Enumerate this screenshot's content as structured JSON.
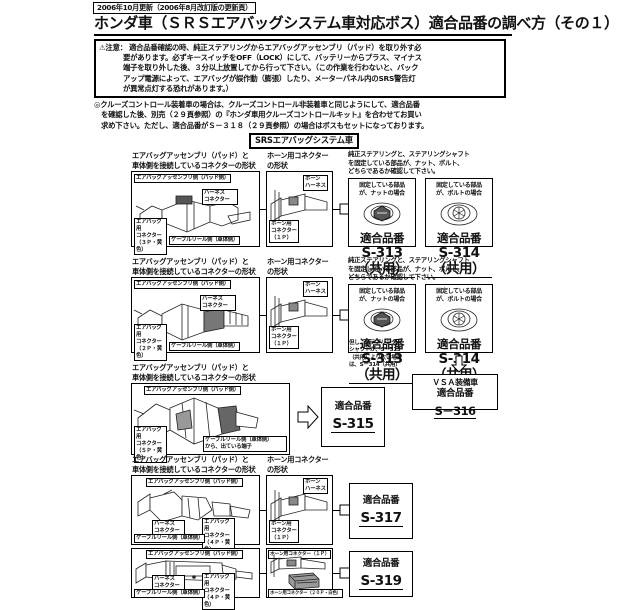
{
  "header": {
    "revision_badge": "2006年10月更新（2006年8月改訂版の更新頁）",
    "title": "ホンダ車（ＳＲＳエアバッグシステム車対応ボス）適合品番の調べ方（その１）"
  },
  "caution": {
    "marker": "⚠注意：",
    "lines": [
      "適合品番確認の時、純正ステアリングからエアバッグアッセンブリ（パッド）を取り外す必",
      "要があります。必ずキースイッチをOFF（LOCK）にして、バッテリーからプラス、マイナス",
      "端子を取り外した後、３分以上放置してから行って下さい。（この作業を行わないと、バック",
      "アップ電源によって、エアバッグが誤作動（膨張）したり、メーターパネル内のSRS警告灯",
      "が異常点灯する恐れがあります。）"
    ]
  },
  "cruise_note": {
    "lines": [
      "◎クルーズコントロール装着車の場合は、クルーズコントロール非装着車と同じようにして、適合品番",
      "を確認した後、別売（２９頁参照）の『ホンダ車用クルーズコントロールキット』を合わせてお買い",
      "求め下さい。ただし、適合品番がＳ－３１８（２９頁参照）の場合はボスもセットになっております。"
    ]
  },
  "srs_header": "SRSエアバッグシステム車",
  "captions": {
    "airbag_connector": [
      "エアバッグアッセンブリ（パッド）と",
      "車体側を接続しているコネクターの形状"
    ],
    "horn_connector": [
      "ホーン用コネクター",
      "の形状"
    ]
  },
  "diagram_labels": {
    "pad_side": "エアバッグアッセンブリ側（パッド側）",
    "harness_connector": [
      "ハーネス",
      "コネクター"
    ],
    "airbag_connector_3p": [
      "エアバッグ用",
      "コネクター",
      "（３Ｐ・黄色）"
    ],
    "airbag_connector_2p": [
      "エアバッグ用",
      "コネクター",
      "（２Ｐ・黄色）"
    ],
    "airbag_connector_5p": [
      "エアバッグ用",
      "コネクター",
      "（５Ｐ・黄色）"
    ],
    "airbag_connector_4p": [
      "エアバッグ用",
      "コネクター",
      "（４Ｐ・黄色）"
    ],
    "cable_reel": "ケーブルリール側（車体側）",
    "cable_reel_out": [
      "ケーブルリール側（車体側）",
      "から、出ている端子"
    ],
    "horn_harness": [
      "ホーン",
      "ハーネス"
    ],
    "horn_connector_1p": [
      "ホーン用",
      "コネクター",
      "（１Ｐ）"
    ],
    "horn_connector_1p_box": "ホーン用コネクター（１Ｐ）",
    "horn_connector_20p": "ホーン用コネクター（２０Ｐ・白色）"
  },
  "instruction": {
    "lines": [
      "純正ステアリングと、ステアリングシャフト",
      "を固定している部品が、ナット、ボルト、",
      "どちらであるか確認して下さい。"
    ]
  },
  "conditions": {
    "nut": [
      "固定している部品",
      "が、ナットの場合"
    ],
    "bolt": [
      "固定している部品",
      "が、ボルトの場合"
    ]
  },
  "labels": {
    "part_number": "適合品番",
    "vsa_equipped": "ＶＳＡ装備車"
  },
  "results": {
    "row1_nut": "S-313（共用）",
    "row1_bolt": "S-314（共用）",
    "row2_nut": "S-313（共用）",
    "row2_bolt": "S-314（共用）",
    "row3": "S-315",
    "row4": "S-317",
    "row5": "S-319",
    "vsa": "S－316"
  },
  "footnote": {
    "lines": [
      "但し、ステアリング",
      "シャフトが、S－313",
      "（共用）より太い場合",
      "は、S－314（共用）"
    ]
  },
  "colors": {
    "ink": "#111111",
    "paper": "#ffffff",
    "rule": "#000000"
  }
}
